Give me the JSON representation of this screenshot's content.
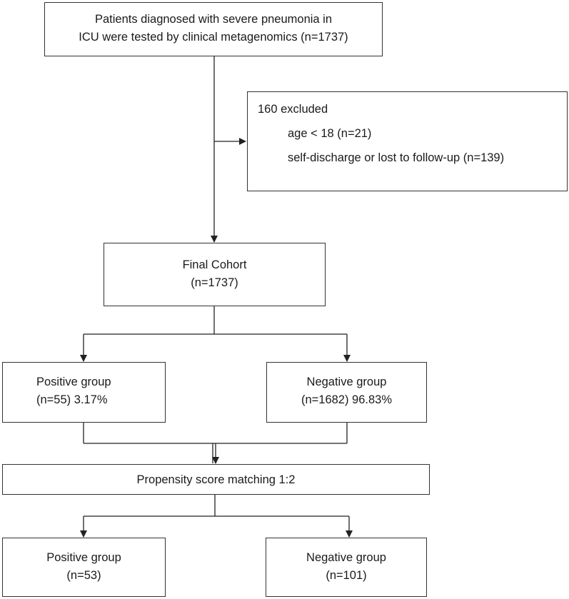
{
  "top": {
    "line1": "Patients  diagnosed with severe pneumonia in",
    "line2": "ICU were tested by clinical metagenomics (n=1737)"
  },
  "excluded": {
    "title": "160 excluded",
    "reason1": "age < 18 (n=21)",
    "reason2": "self-discharge or lost to follow-up (n=139)"
  },
  "final": {
    "line1": "Final Cohort",
    "line2": "(n=1737)"
  },
  "positive1": {
    "line1": "Positive group",
    "line2": "(n=55) 3.17%"
  },
  "negative1": {
    "line1": "Negative group",
    "line2": "(n=1682) 96.83%"
  },
  "psm": {
    "label": "Propensity score matching  1:2"
  },
  "positive2": {
    "line1": "Positive group",
    "line2": "(n=53)"
  },
  "negative2": {
    "line1": "Negative group",
    "line2": "(n=101)"
  }
}
